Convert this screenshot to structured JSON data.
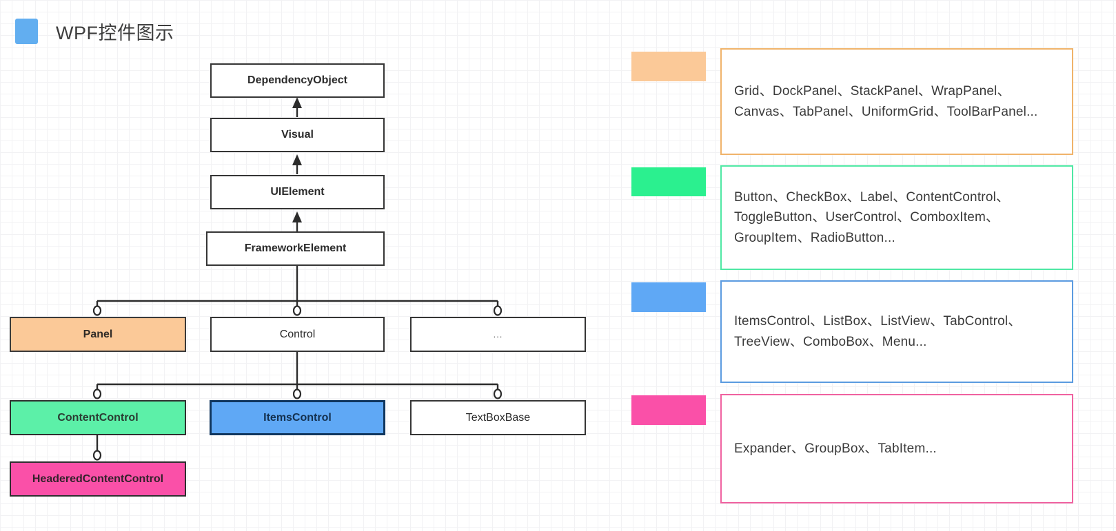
{
  "header": {
    "title": "WPF控件图示",
    "marker_color": "#62AEF0"
  },
  "diagram": {
    "nodes": [
      {
        "id": "dependencyobject",
        "label": "DependencyObject"
      },
      {
        "id": "visual",
        "label": "Visual"
      },
      {
        "id": "uielement",
        "label": "UIElement"
      },
      {
        "id": "frameworkelement",
        "label": "FrameworkElement"
      },
      {
        "id": "panel",
        "label": "Panel",
        "color": "#FBC998"
      },
      {
        "id": "control",
        "label": "Control"
      },
      {
        "id": "ellipsis",
        "label": "..."
      },
      {
        "id": "contentcontrol",
        "label": "ContentControl",
        "color": "#5CF0A8"
      },
      {
        "id": "itemscontrol",
        "label": "ItemsControl",
        "color": "#5FA8F5"
      },
      {
        "id": "textboxbase",
        "label": "TextBoxBase"
      },
      {
        "id": "headeredcontentcontrol",
        "label": "HeaderedContentControl",
        "color": "#FA50A8"
      }
    ]
  },
  "legend": {
    "rows": [
      {
        "swatch_color": "#FBC998",
        "border_color": "#F0B36A",
        "text": "Grid、DockPanel、StackPanel、WrapPanel、Canvas、TabPanel、UniformGrid、ToolBarPanel..."
      },
      {
        "swatch_color": "#2BF08F",
        "border_color": "#4FE8A4",
        "text": "Button、CheckBox、Label、ContentControl、ToggleButton、UserControl、ComboxItem、GroupItem、RadioButton..."
      },
      {
        "swatch_color": "#5FA8F5",
        "border_color": "#5B9BE0",
        "text": "ItemsControl、ListBox、ListView、TabControl、TreeView、ComboBox、Menu..."
      },
      {
        "swatch_color": "#FA50A8",
        "border_color": "#F062A0",
        "text": "Expander、GroupBox、TabItem..."
      }
    ]
  }
}
